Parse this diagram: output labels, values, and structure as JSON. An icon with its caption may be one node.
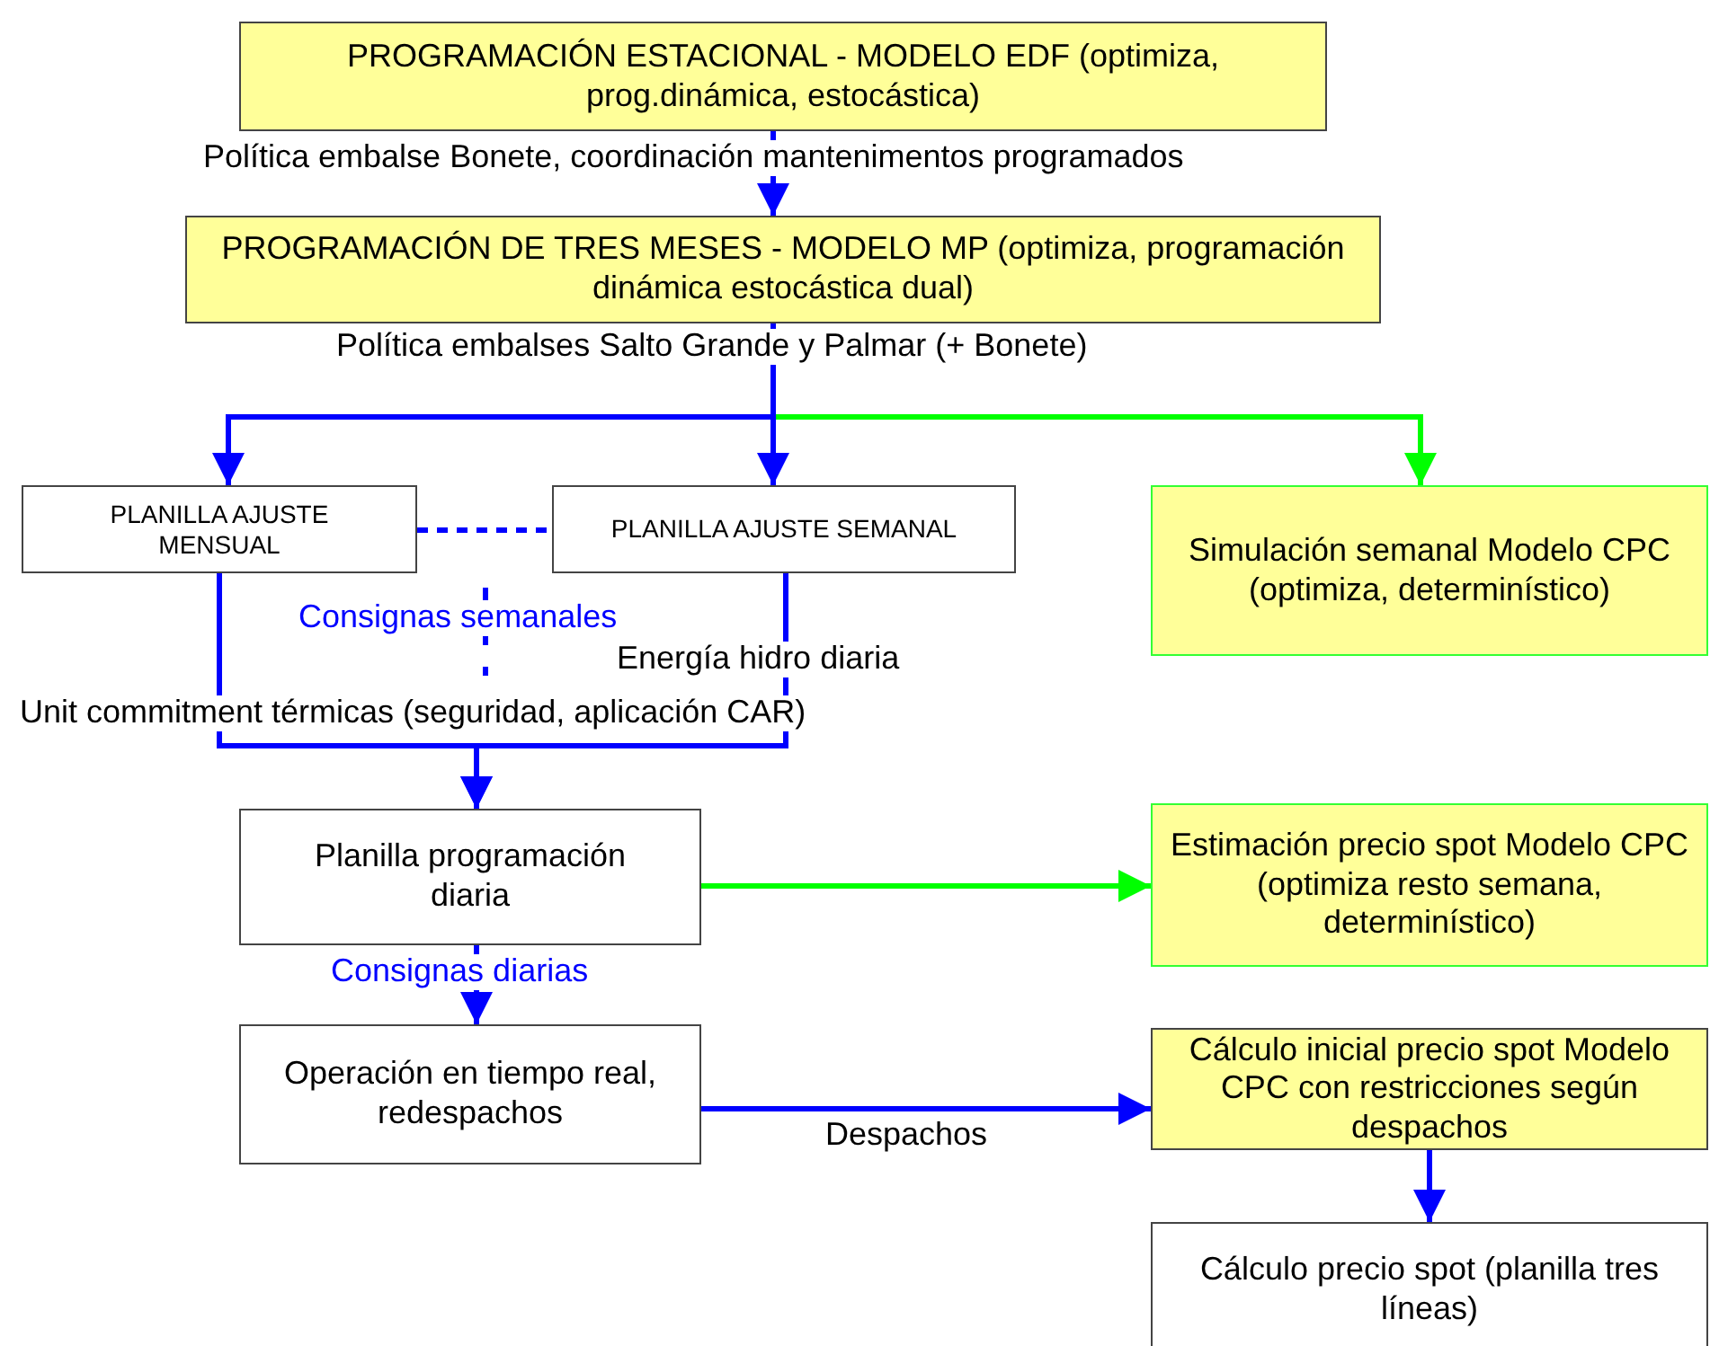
{
  "diagram": {
    "nodes": [
      {
        "text": [
          "PROGRAMACIÓN ESTACIONAL - MODELO EDF (optimiza, prog.dinámica, estocástica)"
        ]
      },
      {
        "text": [
          "PROGRAMACIÓN DE TRES MESES - MODELO MP (optimiza, programación dinámica estocástica dual)"
        ]
      },
      {
        "text": [
          "PLANILLA AJUSTE MENSUAL"
        ]
      },
      {
        "text": [
          "PLANILLA AJUSTE SEMANAL"
        ]
      },
      {
        "text": [
          "Simulación semanal Modelo CPC (optimiza, determinístico)"
        ]
      },
      {
        "text": [
          "Planilla programación diaria"
        ]
      },
      {
        "text": [
          "Estimación precio spot Modelo CPC (optimiza resto semana, determinístico)"
        ]
      },
      {
        "text": [
          "Operación en tiempo real, redespachos"
        ]
      },
      {
        "text": [
          "Cálculo inicial precio spot Modelo CPC con restricciones según despachos"
        ]
      },
      {
        "text": [
          "Cálculo precio spot (planilla tres líneas)"
        ]
      }
    ],
    "edges": [
      {
        "from": 0,
        "to": 1,
        "arrow": "to",
        "label": "Política embalse Bonete, coordinación mantenimentos programados"
      },
      {
        "from": 1,
        "to": 2,
        "arrow": "to"
      },
      {
        "from": 1,
        "to": 3,
        "arrow": "to"
      },
      {
        "from": 1,
        "to": 4,
        "arrow": "to",
        "color": "#00ff00"
      },
      {
        "from": 2,
        "to": 3,
        "arrow": "none",
        "style": "dashed"
      },
      {
        "from": 2,
        "to": 5,
        "arrow": "to",
        "label": "Unit commitment térmicas (seguridad, aplicación CAR)"
      },
      {
        "from": 3,
        "to": 5,
        "arrow": "to",
        "label": "Energía hidro diaria"
      },
      {
        "from": 5,
        "to": 6,
        "arrow": "to",
        "color": "#00ff00"
      },
      {
        "from": 5,
        "to": 7,
        "arrow": "to",
        "label": "Consignas diarias"
      },
      {
        "from": 7,
        "to": 8,
        "arrow": "to",
        "label": "Despachos"
      },
      {
        "from": 8,
        "to": 9,
        "arrow": "to"
      }
    ],
    "labels": [
      "Política embalses Salto Grande y Palmar (+ Bonete)",
      "Consignas semanales"
    ]
  }
}
